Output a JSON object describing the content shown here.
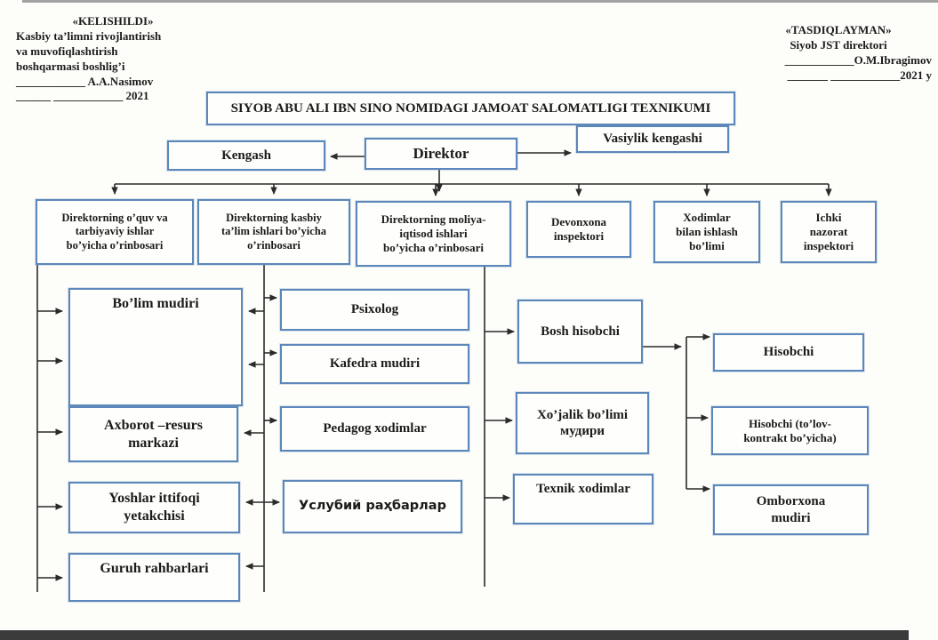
{
  "approval_left": {
    "line1": "«KELISHILDI»",
    "line2": "Kasbiy ta’limni rivojlantirish",
    "line3": "va muvofiqlashtirish",
    "line4": "boshqarmasi boshlig’i",
    "line5": "____________ A.A.Nasimov",
    "line6": "______  ____________ 2021"
  },
  "approval_right": {
    "line1": "«TASDIQLAYMAN»",
    "line2": "Siyob JST direktori",
    "line3": "____________O.M.Ibragimov",
    "line4": "_______ ____________2021 y"
  },
  "title": "SIYOB ABU ALI IBN SINO NOMIDAGI JAMOAT SALOMATLIGI TEXNIKUMI",
  "org": {
    "kengash": "Kengash",
    "direktor": "Direktor",
    "vasiylik": "Vasiylik kengashi",
    "dep_oquv": "Direktorning o’quv va\ntarbiyaviy ishlar\nbo’yicha o’rinbosari",
    "dep_kasbiy": "Direktorning kasbiy\nta’lim ishlari bo’yicha\no’rinbosari",
    "dep_moliya": "Direktorning moliya-\niqtisod ishlari\nbo’yicha o’rinbosari",
    "devonxona": "Devonxona\ninspektori",
    "xodimlar": "Xodimlar\nbilan ishlash\nbo’limi",
    "ichki": "Ichki\nnazorat\ninspektori",
    "bolim_mudiri": "Bo’lim mudiri",
    "axborot": "Axborot –resurs\nmarkazi",
    "yoshlar": "Yoshlar ittifoqi\nyetakchisi",
    "guruh": "Guruh rahbarlari",
    "psixolog": "Psixolog",
    "kafedra": "Kafedra mudiri",
    "pedagog": "Pedagog xodimlar",
    "uslubiy": "Услубий раҳбарлар",
    "bosh_hisobchi": "Bosh hisobchi",
    "xojalik": "Xo’jalik bo’limi\nмудири",
    "texnik": "Texnik xodimlar",
    "hisobchi": "Hisobchi",
    "hisobchi_tolov": "Hisobchi (to’lov-\nkontrakt bo’yicha)",
    "omborxona": "Omborxona\nmudiri"
  },
  "colors": {
    "box_border": "#5b87ba",
    "connector": "#2b2b2b",
    "text": "#1b1b1b"
  }
}
